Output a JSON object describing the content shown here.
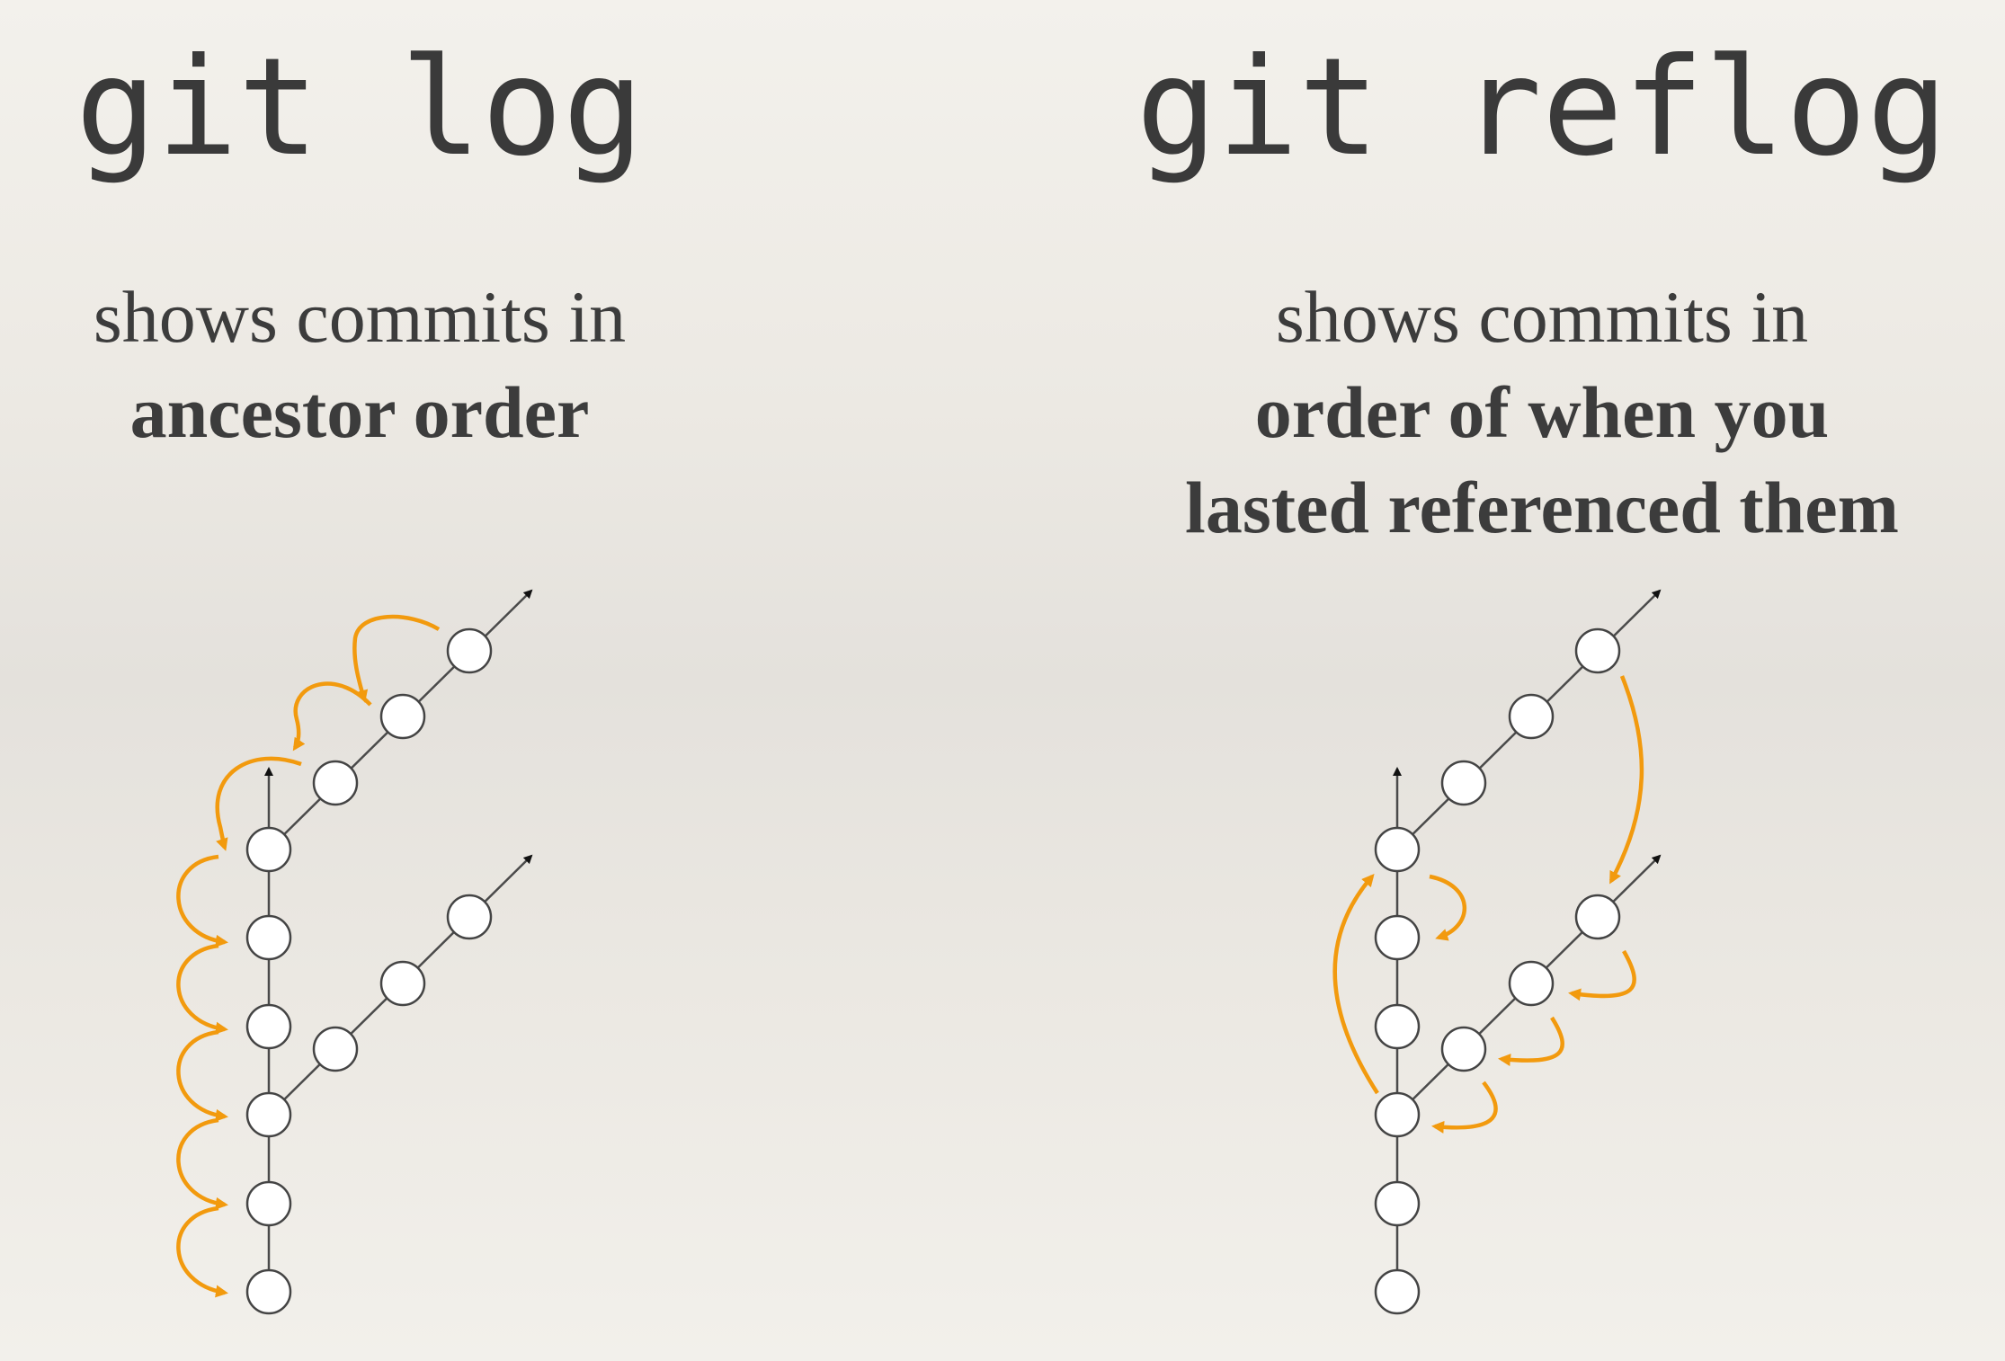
{
  "left": {
    "command": "git log",
    "description_line1": "shows commits in",
    "description_line2": "ancestor order"
  },
  "right": {
    "command": "git reflog",
    "description_line1": "shows commits in",
    "description_line2": "order of when you",
    "description_line3": "lasted referenced them"
  },
  "colors": {
    "text": "#3c3c3c",
    "arrow_orange": "#f29a0e",
    "commit_fill": "#ffffff",
    "commit_stroke": "#444444",
    "edge": "#4a4a4a"
  }
}
